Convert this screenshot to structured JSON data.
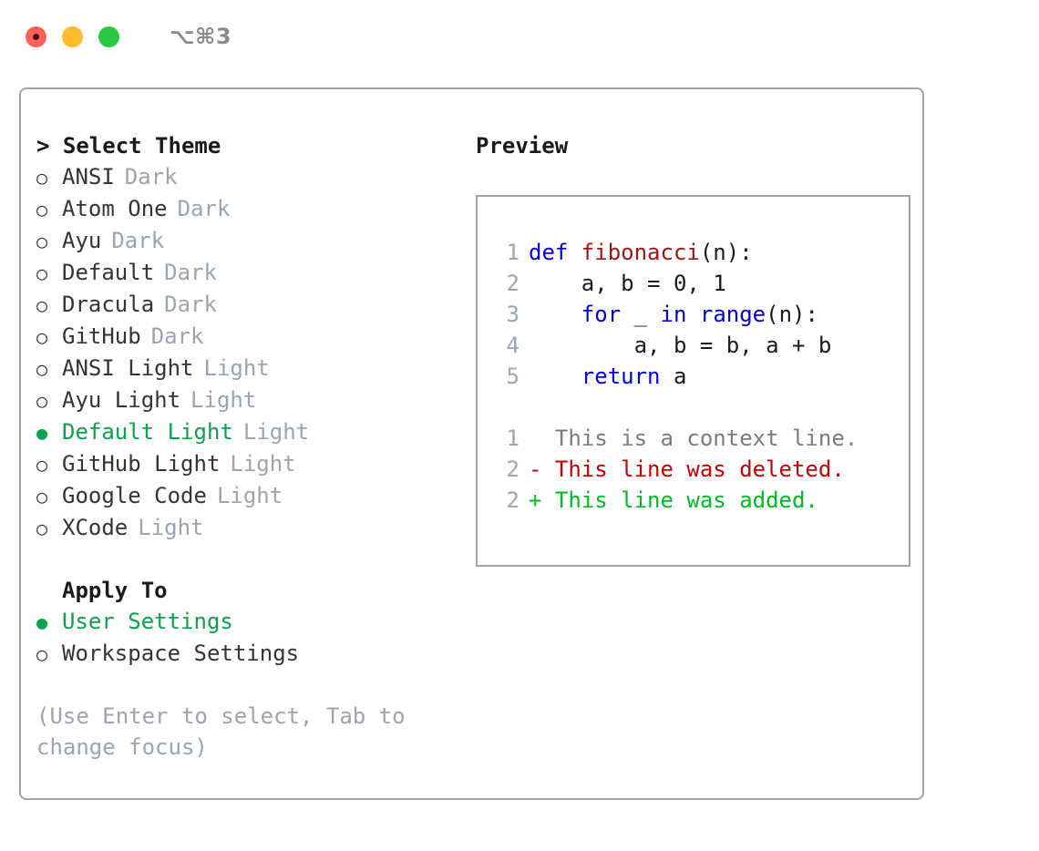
{
  "titlebar": {
    "shortcut": "⌥⌘3",
    "buttons": [
      {
        "name": "close",
        "color": "#ff5f57"
      },
      {
        "name": "minimize",
        "color": "#febc2e"
      },
      {
        "name": "maximize",
        "color": "#28c840"
      }
    ]
  },
  "theme_picker": {
    "header": "> Select Theme",
    "marker_selected": "●",
    "marker_unselected": "○",
    "items": [
      {
        "label": "ANSI",
        "tag": "Dark",
        "selected": false,
        "marker": "○"
      },
      {
        "label": "Atom One",
        "tag": "Dark",
        "selected": false,
        "marker": "○"
      },
      {
        "label": "Ayu",
        "tag": "Dark",
        "selected": false,
        "marker": "○"
      },
      {
        "label": "Default",
        "tag": "Dark",
        "selected": false,
        "marker": "○"
      },
      {
        "label": "Dracula",
        "tag": "Dark",
        "selected": false,
        "marker": "○"
      },
      {
        "label": "GitHub",
        "tag": "Dark",
        "selected": false,
        "marker": "○"
      },
      {
        "label": "ANSI Light",
        "tag": "Light",
        "selected": false,
        "marker": "○"
      },
      {
        "label": "Ayu Light",
        "tag": "Light",
        "selected": false,
        "marker": "○"
      },
      {
        "label": "Default Light",
        "tag": "Light",
        "selected": true,
        "marker": "●"
      },
      {
        "label": "GitHub Light",
        "tag": "Light",
        "selected": false,
        "marker": "○"
      },
      {
        "label": "Google Code",
        "tag": "Light",
        "selected": false,
        "marker": "○"
      },
      {
        "label": "XCode",
        "tag": "Light",
        "selected": false,
        "marker": "○"
      }
    ]
  },
  "apply_to": {
    "header": "Apply To",
    "items": [
      {
        "label": "User Settings",
        "selected": true,
        "marker": "●"
      },
      {
        "label": "Workspace Settings",
        "selected": false,
        "marker": "○"
      }
    ]
  },
  "hint": "(Use Enter to select, Tab to change focus)",
  "preview": {
    "title": "Preview",
    "code_lines": [
      {
        "no": "1",
        "tokens": [
          {
            "text": "def ",
            "kind": "kw"
          },
          {
            "text": "fibonacci",
            "kind": "fn"
          },
          {
            "text": "(n):",
            "kind": "plain"
          }
        ]
      },
      {
        "no": "2",
        "tokens": [
          {
            "text": "    a, b = 0, 1",
            "kind": "plain"
          }
        ]
      },
      {
        "no": "3",
        "tokens": [
          {
            "text": "    ",
            "kind": "plain"
          },
          {
            "text": "for",
            "kind": "kw"
          },
          {
            "text": " _ ",
            "kind": "plain"
          },
          {
            "text": "in",
            "kind": "kw"
          },
          {
            "text": " ",
            "kind": "plain"
          },
          {
            "text": "range",
            "kind": "kw"
          },
          {
            "text": "(n):",
            "kind": "plain"
          }
        ]
      },
      {
        "no": "4",
        "tokens": [
          {
            "text": "        a, b = b, a + b",
            "kind": "plain"
          }
        ]
      },
      {
        "no": "5",
        "tokens": [
          {
            "text": "    ",
            "kind": "plain"
          },
          {
            "text": "return",
            "kind": "kw"
          },
          {
            "text": " a",
            "kind": "plain"
          }
        ]
      }
    ],
    "diff_lines": [
      {
        "no": "1",
        "text": "  This is a context line.",
        "kind": "ctx"
      },
      {
        "no": "2",
        "text": "- This line was deleted.",
        "kind": "del"
      },
      {
        "no": "2",
        "text": "+ This line was added.",
        "kind": "add"
      }
    ]
  },
  "colors": {
    "accent_green": "#0aa24a",
    "muted_gray": "#9aa5b1",
    "text": "#33343a",
    "keyword_blue": "#0000e0",
    "function_red": "#a31515",
    "diff_delete": "#cc0000",
    "diff_add": "#00bb22",
    "border": "#9aa5b1"
  }
}
